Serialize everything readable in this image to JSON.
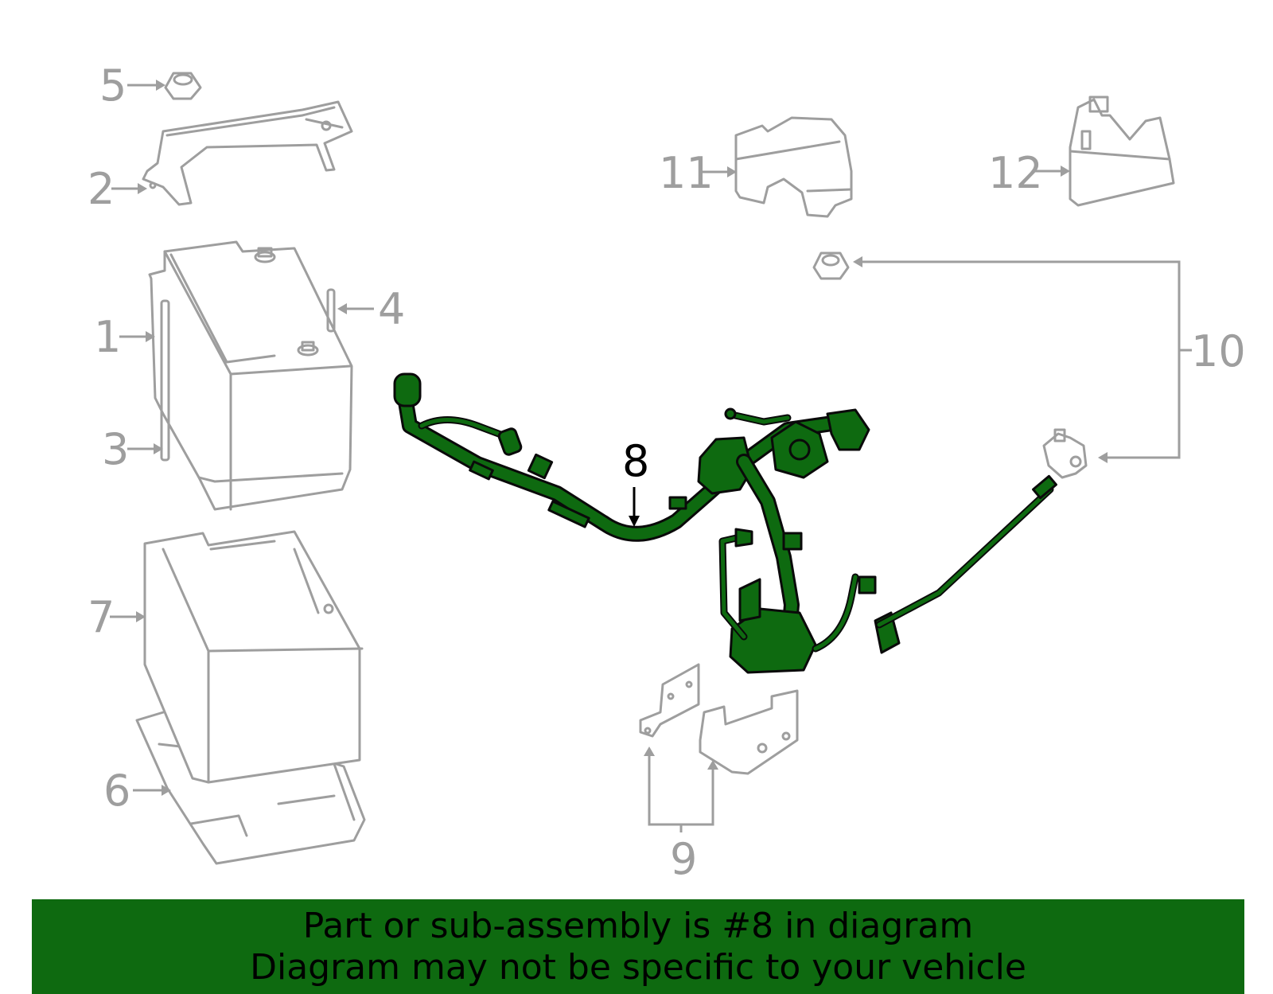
{
  "callouts": {
    "c1": "1",
    "c2": "2",
    "c3": "3",
    "c4": "4",
    "c5": "5",
    "c6": "6",
    "c7": "7",
    "c8": "8",
    "c9": "9",
    "c10": "10",
    "c11": "11",
    "c12": "12"
  },
  "highlighted_part": "8",
  "colors": {
    "highlight": "#0e6a10",
    "parts": "#9e9e9e",
    "banner": "#0e6a10"
  },
  "banner": {
    "line1": "Part or sub-assembly is #8 in diagram",
    "line2": "Diagram may not be specific to your vehicle"
  }
}
